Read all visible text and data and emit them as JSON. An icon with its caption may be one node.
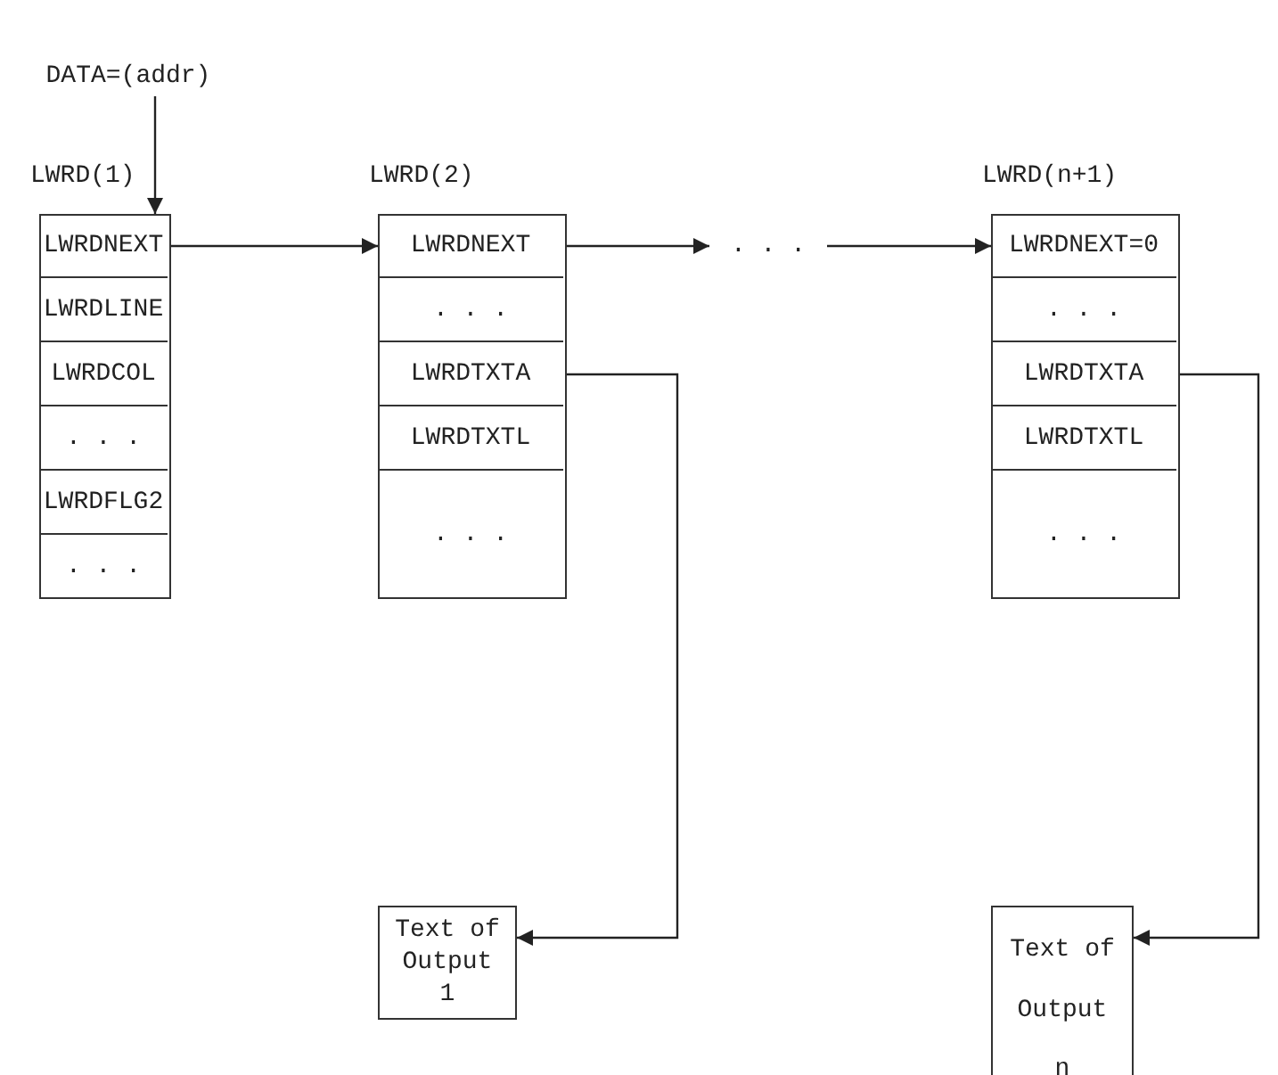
{
  "diagram": {
    "nodes": [
      {
        "text": [
          "DATA=(addr)"
        ]
      },
      {
        "text": [
          "LWRD(1)"
        ]
      },
      {
        "text": [
          "LWRDNEXT"
        ],
        "in": 1
      },
      {
        "text": [
          "LWRDLINE"
        ],
        "in": 1
      },
      {
        "text": [
          "LWRDCOL"
        ],
        "in": 1
      },
      {
        "text": [
          ". . ."
        ],
        "in": 1
      },
      {
        "text": [
          "LWRDFLG2"
        ],
        "in": 1
      },
      {
        "text": [
          ". . ."
        ],
        "in": 1
      },
      {
        "text": [
          "LWRD(2)"
        ]
      },
      {
        "text": [
          "LWRDNEXT"
        ],
        "in": 8
      },
      {
        "text": [
          ". . ."
        ],
        "in": 8
      },
      {
        "text": [
          "LWRDTXTA"
        ],
        "in": 8
      },
      {
        "text": [
          "LWRDTXTL"
        ],
        "in": 8
      },
      {
        "text": [
          ". . ."
        ],
        "in": 8
      },
      {
        "text": [
          ". . ."
        ]
      },
      {
        "text": [
          "LWRD(n+1)"
        ]
      },
      {
        "text": [
          "LWRDNEXT=0"
        ],
        "in": 15
      },
      {
        "text": [
          ". . ."
        ],
        "in": 15
      },
      {
        "text": [
          "LWRDTXTA"
        ],
        "in": 15
      },
      {
        "text": [
          "LWRDTXTL"
        ],
        "in": 15
      },
      {
        "text": [
          ". . ."
        ],
        "in": 15
      },
      {
        "text": [
          "Text of Output 1"
        ]
      },
      {
        "text": [
          "Text of Output n"
        ]
      }
    ],
    "edges": [
      {
        "from": 0,
        "to": 1,
        "arrow": "to"
      },
      {
        "from": 2,
        "to": 9,
        "arrow": "to"
      },
      {
        "from": 9,
        "to": 14,
        "arrow": "to"
      },
      {
        "from": 14,
        "to": 16,
        "arrow": "to"
      },
      {
        "from": 11,
        "to": 21,
        "arrow": "to"
      },
      {
        "from": 18,
        "to": 22,
        "arrow": "to"
      }
    ]
  }
}
